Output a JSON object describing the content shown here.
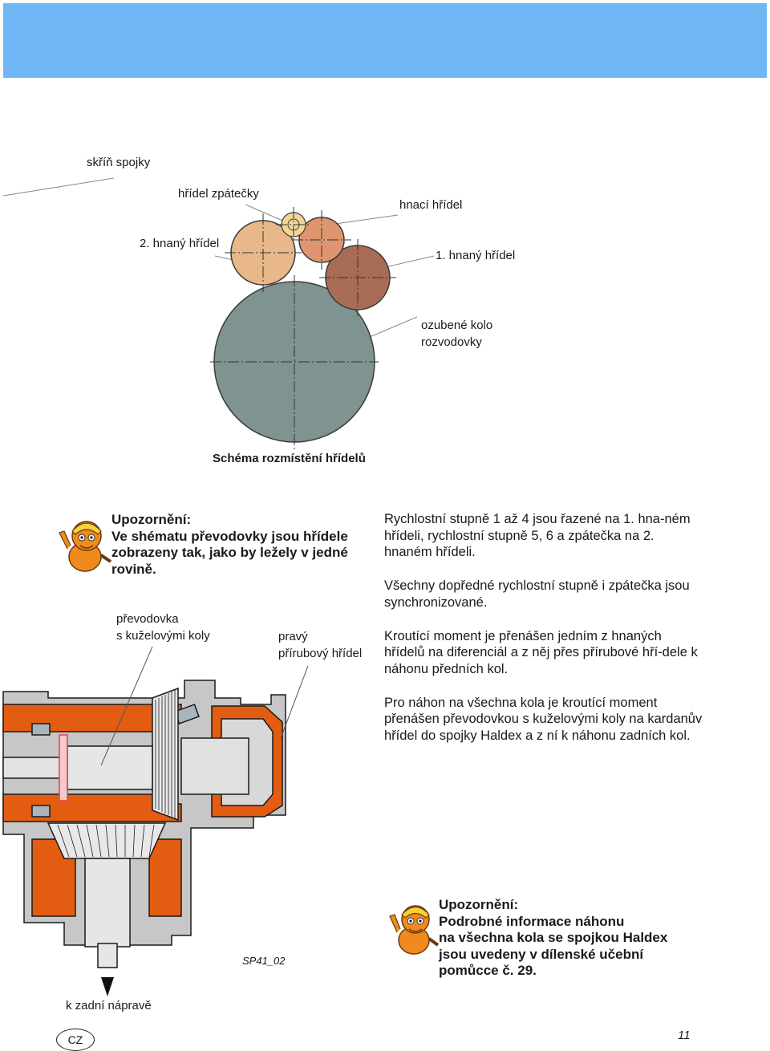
{
  "labels": {
    "clutch_housing": "skříň spojky",
    "reverse_shaft": "hřídel zpátečky",
    "drive_shaft": "hnací hřídel",
    "second_driven_shaft": "2. hnaný hřídel",
    "first_driven_shaft": "1. hnaný hřídel",
    "transfer_gear": [
      "ozubené kolo",
      "rozvodovky"
    ],
    "bevel_box": [
      "převodovka",
      "s kuželovými koly"
    ],
    "flange_shaft": [
      "pravý",
      "přírubový hřídel"
    ],
    "rear_axle": "k zadní nápravě"
  },
  "schema_caption": "Schéma rozmístění hřídelů",
  "note1": {
    "title": "Upozornění:",
    "lines": [
      "Ve shématu převodovky jsou hřídele",
      "zobrazeny tak, jako by ležely v jedné",
      "rovině."
    ]
  },
  "body": [
    "Rychlostní stupně 1 až 4 jsou řazené na 1. hna-ném hřídeli, rychlostní stupně 5, 6 a zpátečka na 2. hnaném hřídeli.",
    "Všechny dopředné rychlostní stupně i zpátečka jsou synchronizované.",
    "Kroutící moment je přenášen jedním z hnaných hřídelů na diferenciál a z něj přes přírubové hří-dele k náhonu předních kol.",
    "Pro náhon na všechna kola je kroutící moment přenášen převodovkou s kuželovými koly na kardanův hřídel do spojky Haldex a z ní k náhonu zadních kol."
  ],
  "note2": {
    "title": "Upozornění:",
    "lines": [
      "Podrobné informace náhonu",
      "na všechna kola se spojkou Haldex",
      "jsou uvedeny v dílenské učební",
      "pomůcce č. 29."
    ]
  },
  "figure_code": "SP41_02",
  "footer": {
    "lang": "CZ",
    "page": "11"
  },
  "colors": {
    "header": "#6fb6f5",
    "big_gear": "#7f9391",
    "shaft_tan": "#e8b88a",
    "shaft_orange": "#de9570",
    "shaft_brown": "#a86c56",
    "reverse_yellow": "#f2d694",
    "housing_orange": "#e25c12"
  },
  "icons": [
    "mascot-warning-icon",
    "mascot-warning-icon"
  ]
}
